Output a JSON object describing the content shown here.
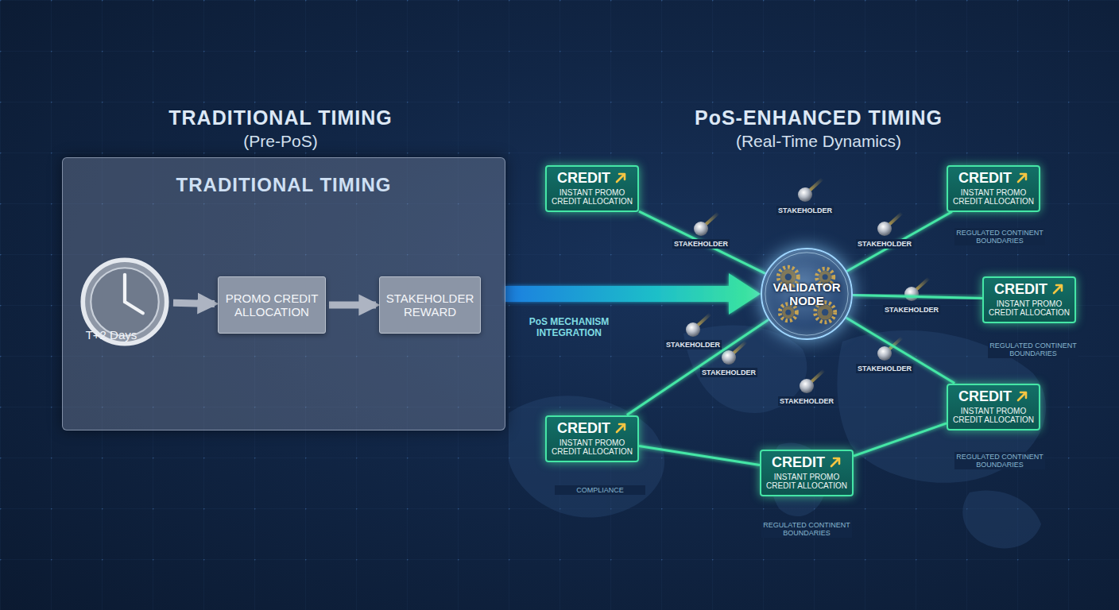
{
  "diagram": {
    "nodes": [
      {
        "text": [
          "TRADITIONAL TIMING"
        ]
      },
      {
        "text": [
          "T+2 Days"
        ],
        "in": 0
      },
      {
        "text": [
          "PROMO CREDIT ALLOCATION"
        ],
        "in": 0
      },
      {
        "text": [
          "STAKEHOLDER REWARD"
        ],
        "in": 0
      },
      {
        "text": [
          "VALIDATOR NODE"
        ]
      },
      {
        "text": [
          "CREDIT",
          "INSTANT PROMO CREDIT ALLOCATION"
        ]
      },
      {
        "text": [
          "CREDIT",
          "INSTANT PROMO CREDIT ALLOCATION"
        ]
      },
      {
        "text": [
          "CREDIT",
          "INSTANT PROMO CREDIT ALLOCATION"
        ]
      },
      {
        "text": [
          "CREDIT",
          "INSTANT PROMO CREDIT ALLOCATION"
        ]
      },
      {
        "text": [
          "CREDIT",
          "INSTANT PROMO CREDIT ALLOCATION"
        ]
      },
      {
        "text": [
          "CREDIT",
          "INSTANT PROMO CREDIT ALLOCATION"
        ]
      }
    ],
    "edges": [
      {
        "from": 1,
        "to": 2,
        "arrow": "to"
      },
      {
        "from": 2,
        "to": 3,
        "arrow": "to"
      },
      {
        "from": 0,
        "to": 4,
        "label": "PoS MECHANISM INTEGRATION",
        "arrow": "to"
      },
      {
        "from": 4,
        "to": 5,
        "arrow": "none"
      },
      {
        "from": 4,
        "to": 6,
        "arrow": "none"
      },
      {
        "from": 4,
        "to": 7,
        "arrow": "none"
      },
      {
        "from": 4,
        "to": 8,
        "arrow": "none"
      },
      {
        "from": 4,
        "to": 9,
        "arrow": "none"
      },
      {
        "from": 4,
        "to": 10,
        "arrow": "none"
      },
      {
        "from": 9,
        "to": 10,
        "arrow": "none"
      },
      {
        "from": 10,
        "to": 8,
        "arrow": "none"
      }
    ],
    "labels": [
      "TRADITIONAL TIMING",
      "(Pre-PoS)",
      "PoS-ENHANCED TIMING",
      "(Real-Time Dynamics)",
      "STAKEHOLDER",
      "STAKEHOLDER",
      "STAKEHOLDER",
      "STAKEHOLDER",
      "STAKEHOLDER",
      "STAKEHOLDER",
      "STAKEHOLDER",
      "STAKEHOLDER",
      "REGULATED CONTINENT BOUNDARIES",
      "REGULATED CONTINENT BOUNDARIES",
      "REGULATED CONTINENT BOUNDARIES",
      "REGULATED CONTINENT BOUNDARIES",
      "COMPLIANCE"
    ]
  }
}
